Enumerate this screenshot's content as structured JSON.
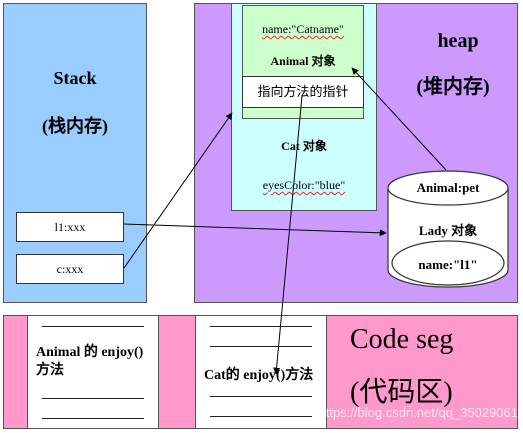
{
  "stack": {
    "title": "Stack",
    "subtitle": "(栈内存)",
    "vars": [
      {
        "label": "l1:xxx"
      },
      {
        "label": "c:xxx"
      }
    ]
  },
  "heap": {
    "title": "heap",
    "subtitle": "(堆内存)"
  },
  "cat_object": {
    "name_field": "name:\"Catname\"",
    "animal_label": "Animal 对象",
    "pointer_label": "指向方法的指针",
    "label": "Cat 对象",
    "eyes_field": "eyesColor:\"blue\""
  },
  "lady_object": {
    "top_label": "Animal:pet",
    "label": "Lady 对象",
    "name_field": "name:\"l1\""
  },
  "code_segment": {
    "title": "Code seg",
    "subtitle": "(代码区)",
    "animal_method": "Animal 的 enjoy()方法",
    "cat_method": "Cat的 enjoy()方法"
  },
  "watermark": "https://blog.csdn.net/qq_35029061"
}
